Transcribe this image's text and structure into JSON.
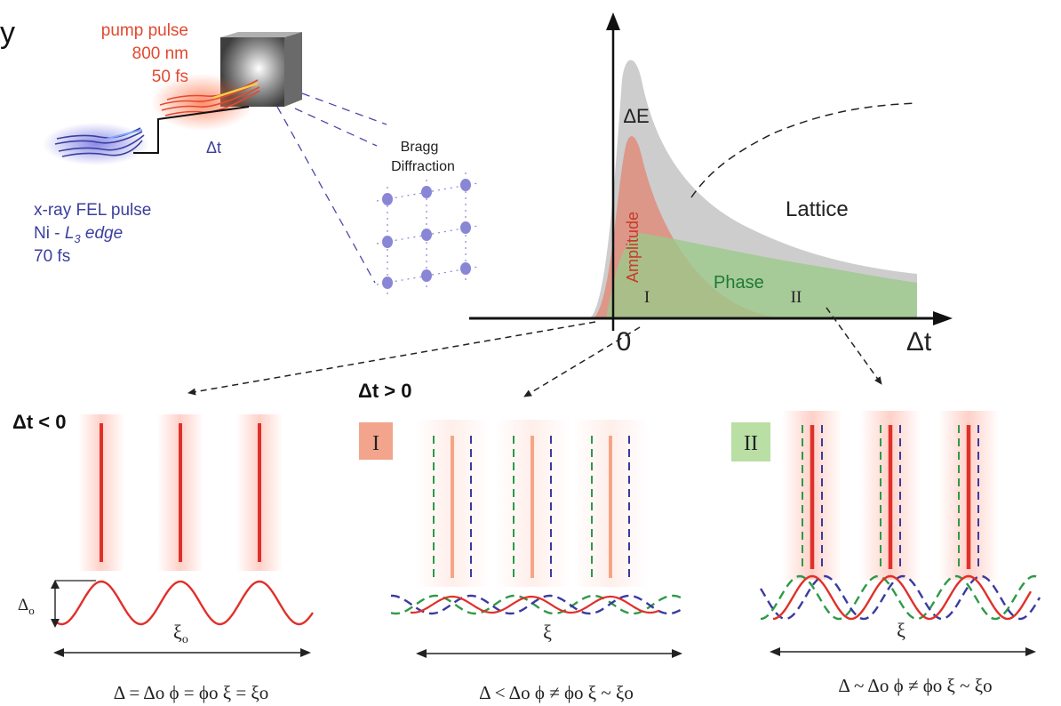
{
  "corner_mark": "y",
  "pump": {
    "label_line1": "pump pulse",
    "label_line2": "800 nm",
    "label_line3": "50 fs",
    "color": "#e2492f"
  },
  "probe": {
    "label_line1": "x-ray FEL pulse",
    "label_line2a": "Ni - ",
    "label_line2b": "L",
    "label_line2c": "3",
    "label_line2d": " edge",
    "label_line3": "70 fs",
    "color": "#3b3f9c"
  },
  "delay_label": "Δt",
  "bragg": {
    "line1": "Bragg",
    "line2": "Diffraction",
    "dot_color": "#8a86d6"
  },
  "plot": {
    "energy_label": "ΔE",
    "amplitude_label": "Amplitude",
    "phase_label": "Phase",
    "lattice_label": "Lattice",
    "region_1": "I",
    "region_2": "II",
    "origin_label": "0",
    "time_axis_label": "Δt",
    "colors": {
      "energy": "#c8c8c8",
      "amplitude": "#e08a78",
      "phase": "#9cc98a"
    }
  },
  "panel_before": {
    "heading": "Δt < 0",
    "amplitude_label": "Δ",
    "amplitude_sub": "o",
    "wavelength_label": "ξ",
    "wavelength_sub": "o",
    "caption": "Δ = Δo   ϕ = ϕo   ξ = ξo"
  },
  "panel_one": {
    "heading": "Δt > 0",
    "badge": "I",
    "badge_color": "#f2a58c",
    "wavelength_label": "ξ",
    "caption": "Δ < Δo    ϕ ≠ ϕo    ξ ~ ξo"
  },
  "panel_two": {
    "badge": "II",
    "badge_color": "#b9dfa4",
    "wavelength_label": "ξ",
    "caption": "Δ ~ Δo  ϕ ≠ ϕo    ξ ~ ξo"
  },
  "line_colors": {
    "red": "#e0302a",
    "green": "#2e9a48",
    "blue": "#3a3aa0"
  }
}
